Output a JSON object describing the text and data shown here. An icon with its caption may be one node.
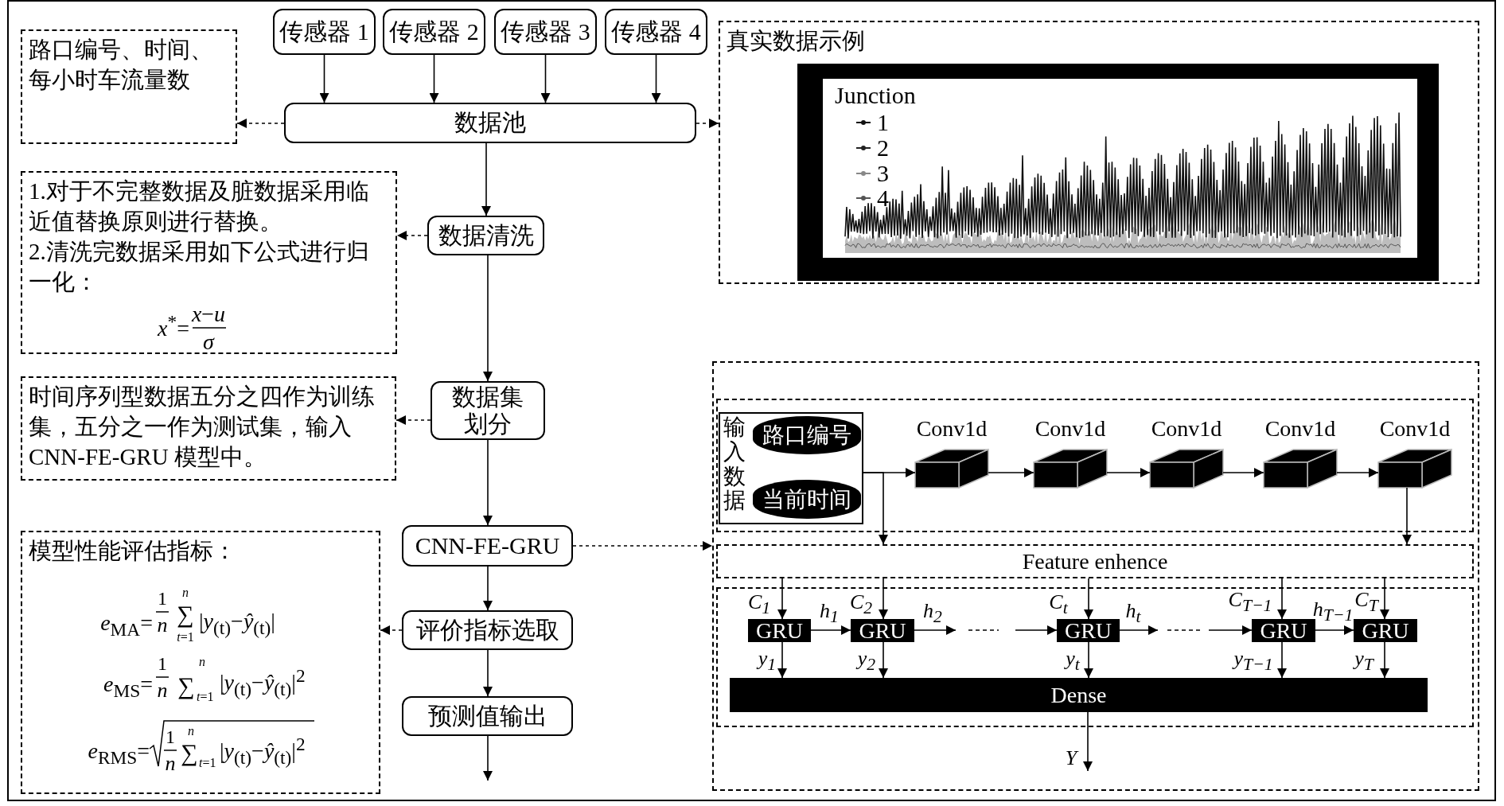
{
  "diagram": {
    "nodes": [
      {
        "text": [
          "传感器 1"
        ]
      },
      {
        "text": [
          "传感器 2"
        ]
      },
      {
        "text": [
          "传感器 3"
        ]
      },
      {
        "text": [
          "传感器 4"
        ]
      },
      {
        "text": [
          "路口编号、时间、每小时车流量数"
        ]
      },
      {
        "text": [
          "数据池"
        ]
      },
      {
        "text": [
          "真实数据示例"
        ]
      },
      {
        "text": [
          "1.对于不完整数据及脏数据采用临近值替换原则进行替换。",
          "2.清洗完数据采用如下公式进行归一化：",
          "*x*$^{*}$=",
          "*x*−*u*",
          "*σ*"
        ]
      },
      {
        "text": [
          "数据清洗"
        ]
      },
      {
        "text": [
          "数据集划分"
        ]
      },
      {
        "text": [
          "时间序列型数据五分之四作为训练集，五分之一作为测试集，输入 CNN-FE-GRU 模型中。"
        ]
      },
      {
        "text": [
          "CNN-FE-GRU"
        ]
      },
      {
        "text": [
          "模型性能评估指标：",
          "*e*$_{MA}$=",
          "1",
          "*n*",
          "*n*",
          "∑",
          "*t*=1",
          "|*y*$_{(t)}$−*ŷ*$_{(t)}$|",
          "*e*$_{MS}$=",
          "1",
          "*n*",
          "*n*",
          "∑",
          "*t*=1",
          "|*y*$_{(t)}$−*ŷ*$_{(t)}$|$^{2}$",
          "*e*$_{RMS}$=",
          "1",
          "*n*",
          "*n*",
          "∑",
          "*t*=1",
          "|*y*$_{(t)}$−*ŷ*$_{(t)}$|$^{2}$"
        ]
      },
      {
        "text": [
          "评价指标选取"
        ]
      },
      {
        "text": [
          "预测值输出"
        ]
      },
      {
        "text": [],
        "shape": "box"
      },
      {
        "text": [],
        "shape": "box",
        "in": 15
      },
      {
        "text": [
          "输入数据"
        ],
        "in": 16
      },
      {
        "text": [
          "路口编号"
        ],
        "in": 17
      },
      {
        "text": [
          "当前时间"
        ],
        "in": 17
      },
      {
        "text": [
          "Conv1d"
        ],
        "in": 16
      },
      {
        "text": [
          "Conv1d"
        ],
        "in": 16
      },
      {
        "text": [
          "Conv1d"
        ],
        "in": 16
      },
      {
        "text": [
          "Conv1d"
        ],
        "in": 16
      },
      {
        "text": [
          "Conv1d"
        ],
        "in": 16
      },
      {
        "text": [
          "Feature enhence"
        ],
        "in": 15
      },
      {
        "text": [],
        "shape": "box",
        "in": 15
      },
      {
        "text": [
          "GRU"
        ],
        "in": 26
      },
      {
        "text": [
          "GRU"
        ],
        "in": 26
      },
      {
        "text": [
          "GRU"
        ],
        "in": 26
      },
      {
        "text": [
          "GRU"
        ],
        "in": 26
      },
      {
        "text": [
          "GRU"
        ],
        "in": 26
      },
      {
        "text": [
          "Dense"
        ],
        "in": 26
      }
    ],
    "edges": [
      {
        "from": 0,
        "to": 5,
        "arrow": "to"
      },
      {
        "from": 1,
        "to": 5,
        "arrow": "to"
      },
      {
        "from": 2,
        "to": 5,
        "arrow": "to"
      },
      {
        "from": 3,
        "to": 5,
        "arrow": "to"
      },
      {
        "from": 5,
        "to": 4,
        "arrow": "to",
        "style": "dashed"
      },
      {
        "from": 5,
        "to": 6,
        "arrow": "to",
        "style": "dashed"
      },
      {
        "from": 5,
        "to": 8,
        "arrow": "to"
      },
      {
        "from": 8,
        "to": 7,
        "arrow": "to",
        "style": "dashed"
      },
      {
        "from": 8,
        "to": 9,
        "arrow": "to"
      },
      {
        "from": 9,
        "to": 10,
        "arrow": "to",
        "style": "dashed"
      },
      {
        "from": 9,
        "to": 11,
        "arrow": "to"
      },
      {
        "from": 11,
        "to": 15,
        "arrow": "to",
        "style": "dashed"
      },
      {
        "from": 11,
        "to": 13,
        "arrow": "to"
      },
      {
        "from": 13,
        "to": 12,
        "arrow": "to",
        "style": "dashed"
      },
      {
        "from": 13,
        "to": 14,
        "arrow": "to"
      },
      {
        "from": 14,
        "to": null,
        "arrow": "to"
      },
      {
        "from": 17,
        "to": 20,
        "arrow": "to"
      },
      {
        "from": 17,
        "to": 25,
        "arrow": "to"
      },
      {
        "from": 20,
        "to": 21,
        "arrow": "to"
      },
      {
        "from": 21,
        "to": 22,
        "arrow": "to"
      },
      {
        "from": 22,
        "to": 23,
        "arrow": "to"
      },
      {
        "from": 23,
        "to": 24,
        "arrow": "to"
      },
      {
        "from": 24,
        "to": 25,
        "arrow": "to"
      },
      {
        "from": 25,
        "to": 27,
        "arrow": "to",
        "label": "*C*$_{1}$"
      },
      {
        "from": 25,
        "to": 28,
        "arrow": "to",
        "label": "*C*$_{2}$"
      },
      {
        "from": 25,
        "to": 29,
        "arrow": "to",
        "label": "*C*$_{t}$"
      },
      {
        "from": 25,
        "to": 30,
        "arrow": "to",
        "label": "*C*$_{T−1}$"
      },
      {
        "from": 25,
        "to": 31,
        "arrow": "to",
        "label": "*C*$_{T}$"
      },
      {
        "from": 27,
        "to": 28,
        "arrow": "to",
        "label": "*h*$_{1}$"
      },
      {
        "from": 28,
        "to": null,
        "arrow": "to",
        "label": "*h*$_{2}$"
      },
      {
        "from": null,
        "to": 29,
        "arrow": "to"
      },
      {
        "from": 29,
        "to": null,
        "arrow": "to",
        "label": "*h*$_{t}$"
      },
      {
        "from": null,
        "to": 30,
        "arrow": "to"
      },
      {
        "from": 30,
        "to": 31,
        "arrow": "to",
        "label": "*h*$_{T−1}$"
      },
      {
        "from": 27,
        "to": 32,
        "arrow": "to",
        "label": "*y*$_{1}$"
      },
      {
        "from": 28,
        "to": 32,
        "arrow": "to",
        "label": "*y*$_{2}$"
      },
      {
        "from": 29,
        "to": 32,
        "arrow": "to",
        "label": "*y*$_{t}$"
      },
      {
        "from": 30,
        "to": 32,
        "arrow": "to",
        "label": "*y*$_{T−1}$"
      },
      {
        "from": 31,
        "to": 32,
        "arrow": "to",
        "label": "*y*$_{T}$"
      },
      {
        "from": 32,
        "to": null,
        "arrow": "to",
        "label": "*Y*"
      }
    ],
    "labels": [
      "Junction",
      "1",
      "2",
      "3",
      "4"
    ]
  }
}
